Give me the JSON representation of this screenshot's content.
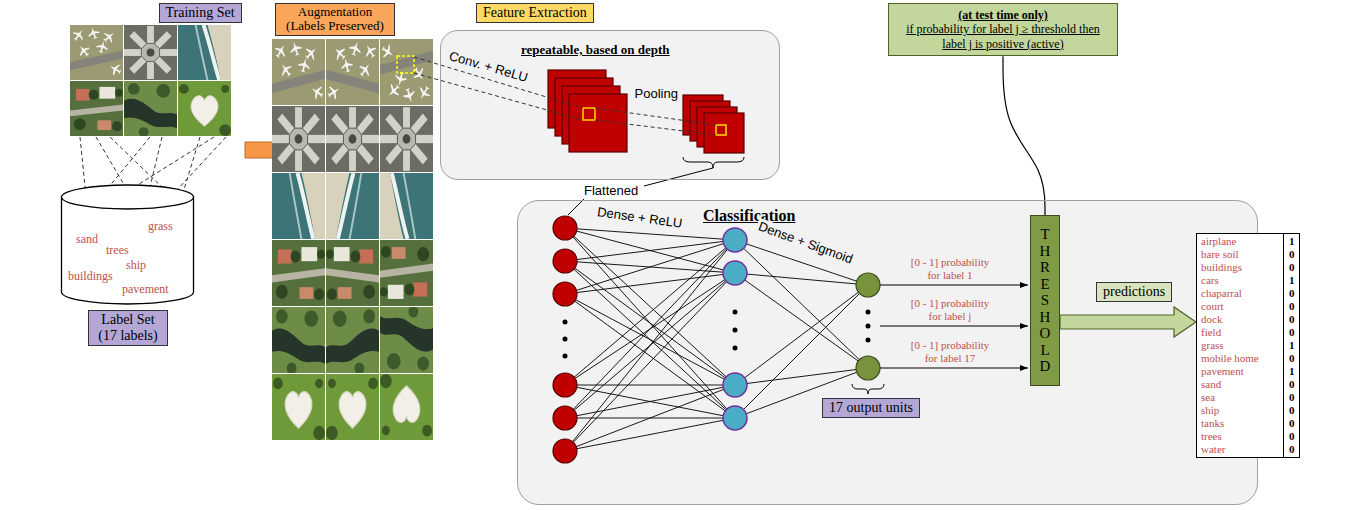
{
  "diagram": {
    "nodes": [
      {
        "text": [
          "Training Set"
        ]
      },
      {
        "text": [
          "grass",
          "sand",
          "trees",
          "ship",
          "buildings",
          "pavement"
        ]
      },
      {
        "text": [
          "Label Set (17 labels)"
        ]
      },
      {
        "text": [
          "Augmentation (Labels Preserved)"
        ]
      },
      {
        "text": [
          "Feature Extraction"
        ]
      },
      {
        "text": [
          "repeatable, based on depth"
        ]
      },
      {
        "text": [
          "(at test time only)",
          "if probability for label j ≥ threshold then label j is positive (active)"
        ]
      },
      {
        "text": [
          "Classification"
        ]
      },
      {
        "text": [
          "17 output units"
        ],
        "in": 7
      },
      {
        "text": [
          "THRESHOLD"
        ],
        "in": 7
      },
      {
        "text": [
          "predictions"
        ],
        "in": 7
      },
      {
        "text": [
          "airplane",
          "1",
          "bare soil",
          "0",
          "buildings",
          "0",
          "cars",
          "1",
          "chaparral",
          "0",
          "court",
          "0",
          "dock",
          "0",
          "field",
          "0",
          "grass",
          "1",
          "mobile home",
          "0",
          "pavement",
          "1",
          "sand",
          "0",
          "sea",
          "0",
          "ship",
          "0",
          "tanks",
          "0",
          "trees",
          "0",
          "water",
          "0"
        ]
      }
    ],
    "edges": [
      {
        "from": 6,
        "to": 9,
        "arrow": "none"
      },
      {
        "from": 9,
        "to": 11,
        "arrow": "to"
      }
    ],
    "labels": [
      "Conv. + ReLU",
      "Pooling",
      "Flattened",
      "Dense + ReLU",
      "Dense + Sigmoid",
      "[0 - 1] probability for label 1",
      "[0 - 1] probability for label j",
      "[0 - 1] probability for label 17"
    ]
  }
}
